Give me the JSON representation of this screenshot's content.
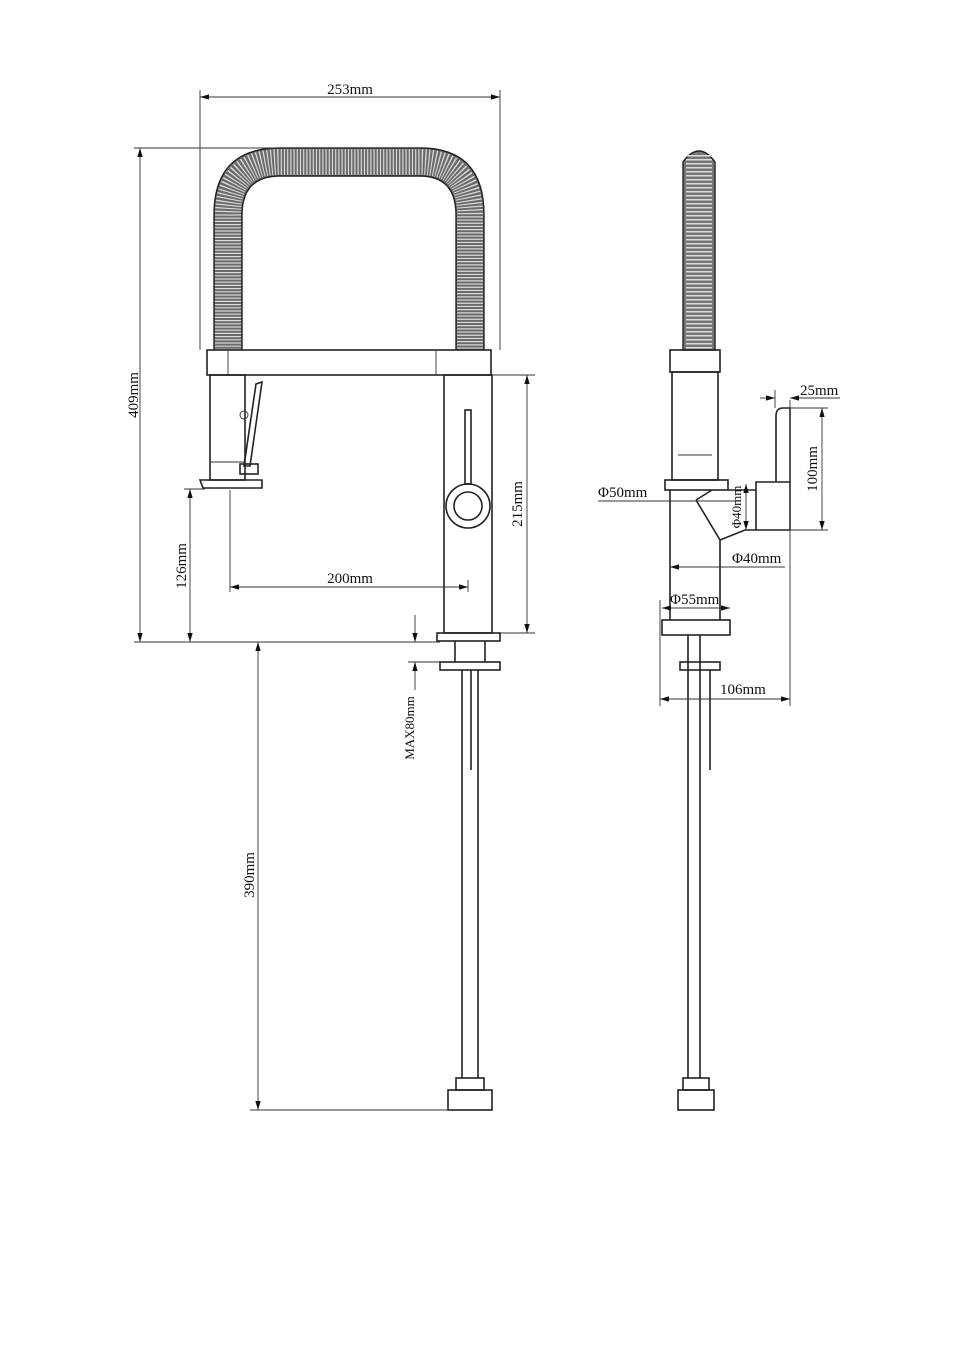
{
  "front_view": {
    "overall_width": "253mm",
    "overall_height": "409mm",
    "spout_height": "126mm",
    "spout_reach": "200mm",
    "body_height": "215mm",
    "max_deck_thickness": "MAX80mm",
    "hose_length": "390mm"
  },
  "side_view": {
    "handle_width": "25mm",
    "handle_height": "100mm",
    "head_diameter": "Φ50mm",
    "handle_diameter": "Φ40mm",
    "body_diameter": "Φ40mm",
    "base_diameter": "Φ55mm",
    "overall_depth": "106mm"
  }
}
